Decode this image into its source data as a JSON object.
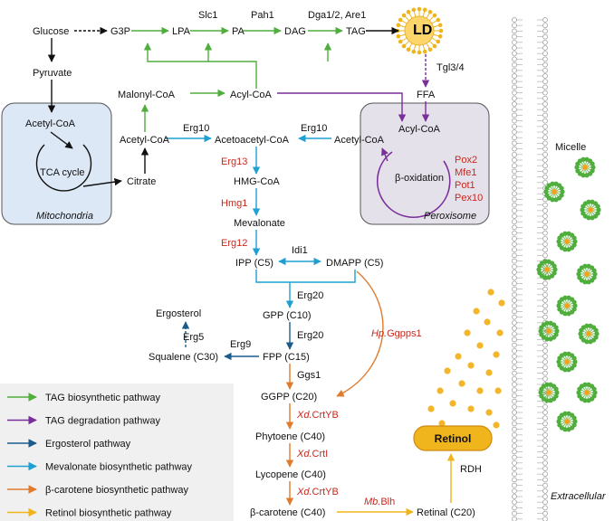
{
  "colors": {
    "tag_bio": "#4fae3c",
    "tag_deg": "#7a2e9a",
    "ergosterol": "#1b5c8a",
    "mevalonate": "#1fa0d2",
    "carotene": "#e07b2e",
    "retinol": "#f0b41c",
    "black": "#111111",
    "red_label": "#c8281e",
    "mito_fill": "#dde8f6",
    "perox_fill": "#e4e1ea",
    "ld_fill": "#fcd66b",
    "legend_fill": "#f0f0f0",
    "micelle_green": "#4fae3c",
    "micelle_core": "#f4a21c",
    "dot": "#f3b52a"
  },
  "top": {
    "glucose": "Glucose",
    "g3p": "G3P",
    "lpa": "LPA",
    "pa": "PA",
    "dag": "DAG",
    "tag": "TAG",
    "slc1": "Slc1",
    "pah1": "Pah1",
    "dga": "Dga1/2, Are1",
    "ld": "LD",
    "tgl": "Tgl3/4",
    "ffa": "FFA",
    "pyruvate": "Pyruvate",
    "malonyl": "Malonyl-CoA",
    "acyl": "Acyl-CoA"
  },
  "mito": {
    "acetyl": "Acetyl-CoA",
    "tca": "TCA cycle",
    "label": "Mitochondria"
  },
  "perox": {
    "acyl": "Acyl-CoA",
    "beta": "β-oxidation",
    "label": "Peroxisome",
    "enzymes": [
      "Pox2",
      "Mfe1",
      "Pot1",
      "Pex10"
    ]
  },
  "mid": {
    "citrate": "Citrate",
    "acetyl_left": "Acetyl-CoA",
    "acetyl_right": "Acetyl-CoA",
    "erg10_left": "Erg10",
    "erg10_right": "Erg10",
    "acetoacetyl": "Acetoacetyl-CoA",
    "erg13": "Erg13",
    "hmg": "HMG-CoA",
    "hmg1": "Hmg1",
    "mevalonate": "Mevalonate",
    "erg12": "Erg12",
    "ipp": "IPP (C5)",
    "idi1": "Idi1",
    "dmapp": "DMAPP (C5)",
    "erg20a": "Erg20",
    "gpp": "GPP (C10)",
    "erg20b": "Erg20",
    "fpp": "FPP (C15)",
    "erg9": "Erg9",
    "squalene": "Squalene (C30)",
    "erg5": "Erg5",
    "ergosterol": "Ergosterol",
    "ggs1": "Ggs1",
    "ggpp": "GGPP (C20)",
    "hp_pre": "Hp.",
    "hp_enz": "Ggpps1",
    "xd1_pre": "Xd.",
    "xd1_enz": "CrtYB",
    "phytoene": "Phytoene (C40)",
    "xd2_pre": "Xd.",
    "xd2_enz": "CrtI",
    "lycopene": "Lycopene (C40)",
    "xd3_pre": "Xd.",
    "xd3_enz": "CrtYB",
    "bcarotene": "β-carotene (C40)",
    "mb_pre": "Mb.",
    "mb_enz": "Blh",
    "retinal": "Retinal (C20)",
    "rdh": "RDH",
    "retinol": "Retinol"
  },
  "right": {
    "micelle": "Micelle",
    "extracellular": "Extracellular"
  },
  "legend": [
    {
      "label": "TAG biosynthetic pathway",
      "color_key": "tag_bio"
    },
    {
      "label": "TAG degradation pathway",
      "color_key": "tag_deg"
    },
    {
      "label": "Ergosterol pathway",
      "color_key": "ergosterol"
    },
    {
      "label": "Mevalonate biosynthetic pathway",
      "color_key": "mevalonate"
    },
    {
      "label": "β-carotene biosynthetic pathway",
      "color_key": "carotene"
    },
    {
      "label": "Retinol biosynthetic pathway",
      "color_key": "retinol"
    }
  ]
}
